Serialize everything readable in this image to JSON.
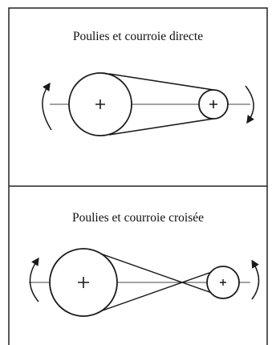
{
  "panels": [
    {
      "title": "Poulies et courroie directe",
      "belt": "directe"
    },
    {
      "title": "Poulies et courroie croisée",
      "belt": "croisée"
    }
  ],
  "colors": {
    "line": "#1a1a1a",
    "border": "#1a1a1a"
  }
}
